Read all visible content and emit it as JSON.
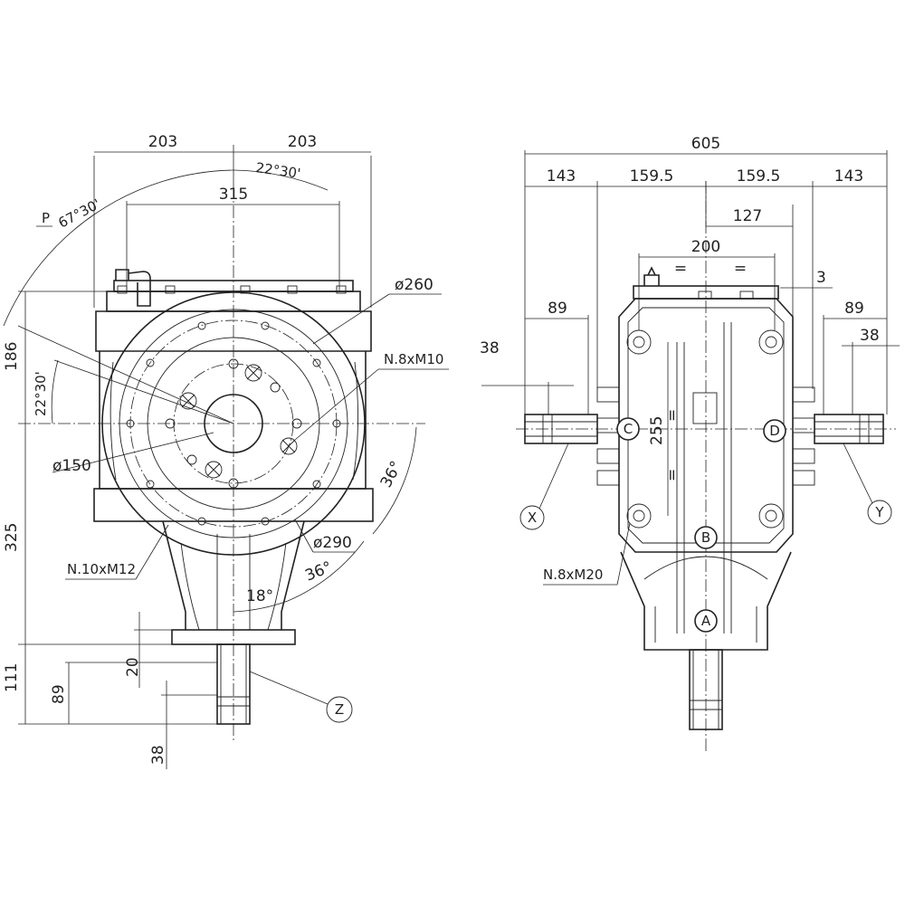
{
  "front_view": {
    "dims": {
      "w_left": "203",
      "w_right": "203",
      "angle_top": "22°30'",
      "w_315": "315",
      "p_label": "P",
      "angle_p": "67°30'",
      "dia_260": "ø260",
      "thread_m10": "N.8xM10",
      "h_186": "186",
      "angle_left": "22°30'",
      "dia_150": "ø150",
      "angle_36_right": "36°",
      "h_325": "325",
      "thread_m12": "N.10xM12",
      "dia_290": "ø290",
      "angle_36_bottom": "36°",
      "angle_18": "18°",
      "h_20": "20",
      "h_111": "111",
      "h_89": "89",
      "w_38": "38"
    },
    "tags": {
      "z": "Z"
    }
  },
  "side_view": {
    "dims": {
      "w_605": "605",
      "w_143_left": "143",
      "w_159_left": "159.5",
      "w_159_right": "159.5",
      "w_143_right": "143",
      "w_127": "127",
      "w_200": "200",
      "eq_1": "=",
      "eq_2": "=",
      "w_3": "3",
      "w_89_left": "89",
      "w_89_right": "89",
      "w_38_left": "38",
      "w_38_right": "38",
      "h_255": "255",
      "eq_3": "=",
      "eq_4": "=",
      "thread_m20": "N.8xM20"
    },
    "tags": {
      "a": "A",
      "b": "B",
      "c": "C",
      "d": "D",
      "x": "X",
      "y": "Y"
    }
  }
}
